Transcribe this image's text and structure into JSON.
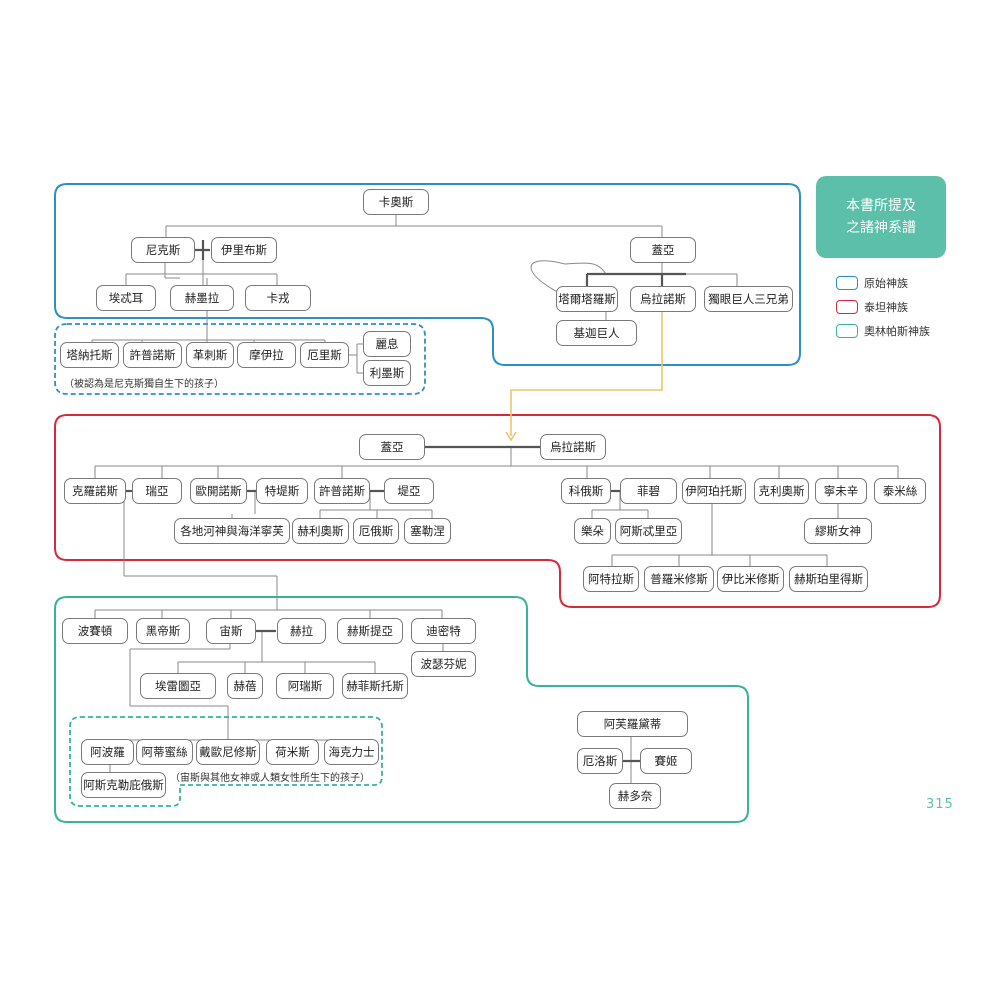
{
  "legend": {
    "title_line1": "本書所提及",
    "title_line2": "之諸神系譜",
    "items": [
      {
        "label": "原始神族",
        "color": "#2b8fc8"
      },
      {
        "label": "泰坦神族",
        "color": "#d9273b"
      },
      {
        "label": "奧林帕斯神族",
        "color": "#36b39a"
      }
    ]
  },
  "page_number": "315",
  "colors": {
    "connector": "#8a8a8a",
    "marriage": "#555555",
    "gold_arrow": "#f0c36b"
  },
  "notes": {
    "nyx_children": "（被認為是尼克斯獨自生下的孩子）",
    "zeus_children": "（宙斯與其他女神或人類女性所生下的孩子）"
  },
  "names": {
    "chaos": "卡奧斯",
    "nyx": "尼克斯",
    "erebus": "伊里布斯",
    "gaia": "蓋亞",
    "aether": "埃忒耳",
    "hemera": "赫墨拉",
    "kar": "卡戎",
    "tartarus": "塔爾塔羅斯",
    "uranus": "烏拉諾斯",
    "cyclopes": "獨眼巨人三兄弟",
    "giants": "基迦巨人",
    "thanatos": "塔納托斯",
    "hypnos": "許普諾斯",
    "nemesis": "革刺斯",
    "moirai": "摩伊拉",
    "eris": "厄里斯",
    "lethe": "麗息",
    "limos": "利墨斯",
    "gaia2": "蓋亞",
    "uranus2": "烏拉諾斯",
    "cronus": "克羅諾斯",
    "rhea": "瑞亞",
    "oceanus": "歐開諾斯",
    "tethys": "特堤斯",
    "hyperion": "許普諾斯",
    "theia": "堤亞",
    "rivers": "各地河神與海洋寧芙",
    "helios": "赫利奧斯",
    "eos": "厄俄斯",
    "selene": "塞勒涅",
    "coeus": "科俄斯",
    "phoebe": "菲碧",
    "iapetus": "伊阿珀托斯",
    "crius": "克利奧斯",
    "mnemosyne": "寧未辛",
    "themis": "泰米絲",
    "leto": "樂朵",
    "asteria": "阿斯忒里亞",
    "muses": "繆斯女神",
    "atlas": "阿特拉斯",
    "prometheus": "普羅米修斯",
    "epimetheus": "伊比米修斯",
    "hesperides": "赫斯珀里得斯",
    "poseidon": "波賽頓",
    "hades": "黑帝斯",
    "zeus": "宙斯",
    "hera": "赫拉",
    "hestia": "赫斯提亞",
    "demeter": "迪密特",
    "persephone": "波瑟芬妮",
    "hephaestus": "埃雷圖亞",
    "hebe": "赫蓓",
    "ares": "阿瑞斯",
    "hephaestus2": "赫菲斯托斯",
    "apollo": "阿波羅",
    "artemis": "阿蒂蜜絲",
    "dionysus": "戴歐尼修斯",
    "hermes": "荷米斯",
    "heracles": "海克力士",
    "asclepius": "阿斯克勒庇俄斯",
    "aphrodite": "阿芙羅黛蒂",
    "eros": "厄洛斯",
    "psyche": "賽姬",
    "hermaphroditus": "赫多奈"
  }
}
